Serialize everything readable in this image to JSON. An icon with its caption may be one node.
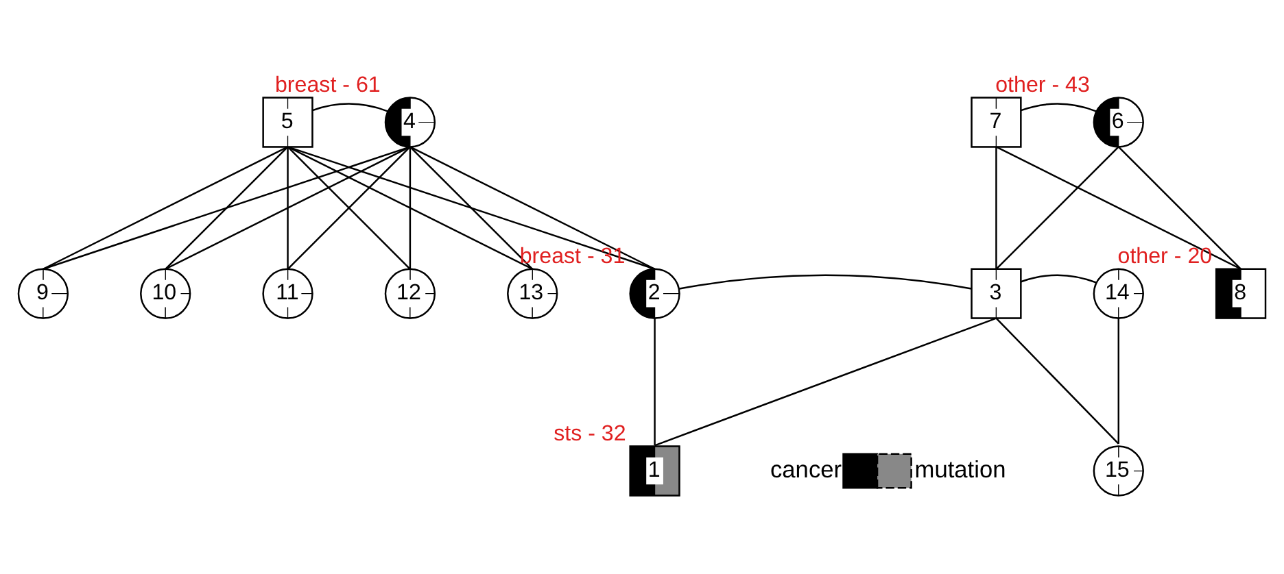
{
  "diagram": {
    "nodes": [
      {
        "text": [
          "5"
        ]
      },
      {
        "text": [
          "4"
        ],
        "beside": [
          "breast - 61"
        ]
      },
      {
        "text": [
          "7"
        ]
      },
      {
        "text": [
          "6"
        ],
        "beside": [
          "other - 43"
        ]
      },
      {
        "text": [
          "9"
        ]
      },
      {
        "text": [
          "10"
        ]
      },
      {
        "text": [
          "11"
        ]
      },
      {
        "text": [
          "12"
        ]
      },
      {
        "text": [
          "13"
        ]
      },
      {
        "text": [
          "2"
        ],
        "beside": [
          "breast - 31"
        ]
      },
      {
        "text": [
          "3"
        ]
      },
      {
        "text": [
          "14"
        ]
      },
      {
        "text": [
          "8"
        ],
        "beside": [
          "other - 20"
        ]
      },
      {
        "text": [
          "1"
        ],
        "beside": [
          "sts - 32"
        ]
      },
      {
        "text": [
          "15"
        ]
      }
    ],
    "edges": [
      {
        "from": 0,
        "to": 1,
        "arrow": "none"
      },
      {
        "from": 0,
        "to": 4,
        "arrow": "none"
      },
      {
        "from": 1,
        "to": 4,
        "arrow": "none"
      },
      {
        "from": 0,
        "to": 5,
        "arrow": "none"
      },
      {
        "from": 1,
        "to": 5,
        "arrow": "none"
      },
      {
        "from": 0,
        "to": 6,
        "arrow": "none"
      },
      {
        "from": 1,
        "to": 6,
        "arrow": "none"
      },
      {
        "from": 0,
        "to": 7,
        "arrow": "none"
      },
      {
        "from": 1,
        "to": 7,
        "arrow": "none"
      },
      {
        "from": 0,
        "to": 8,
        "arrow": "none"
      },
      {
        "from": 1,
        "to": 8,
        "arrow": "none"
      },
      {
        "from": 0,
        "to": 9,
        "arrow": "none"
      },
      {
        "from": 1,
        "to": 9,
        "arrow": "none"
      },
      {
        "from": 2,
        "to": 3,
        "arrow": "none"
      },
      {
        "from": 2,
        "to": 10,
        "arrow": "none"
      },
      {
        "from": 3,
        "to": 10,
        "arrow": "none"
      },
      {
        "from": 2,
        "to": 12,
        "arrow": "none"
      },
      {
        "from": 3,
        "to": 12,
        "arrow": "none"
      },
      {
        "from": 9,
        "to": 10,
        "arrow": "none"
      },
      {
        "from": 9,
        "to": 13,
        "arrow": "none"
      },
      {
        "from": 10,
        "to": 13,
        "arrow": "none"
      },
      {
        "from": 10,
        "to": 11,
        "arrow": "none"
      },
      {
        "from": 10,
        "to": 14,
        "arrow": "none"
      },
      {
        "from": 11,
        "to": 14,
        "arrow": "none"
      }
    ],
    "legend": [
      {
        "text": "cancer",
        "color": "#000000"
      },
      {
        "text": "mutation"
      }
    ]
  }
}
